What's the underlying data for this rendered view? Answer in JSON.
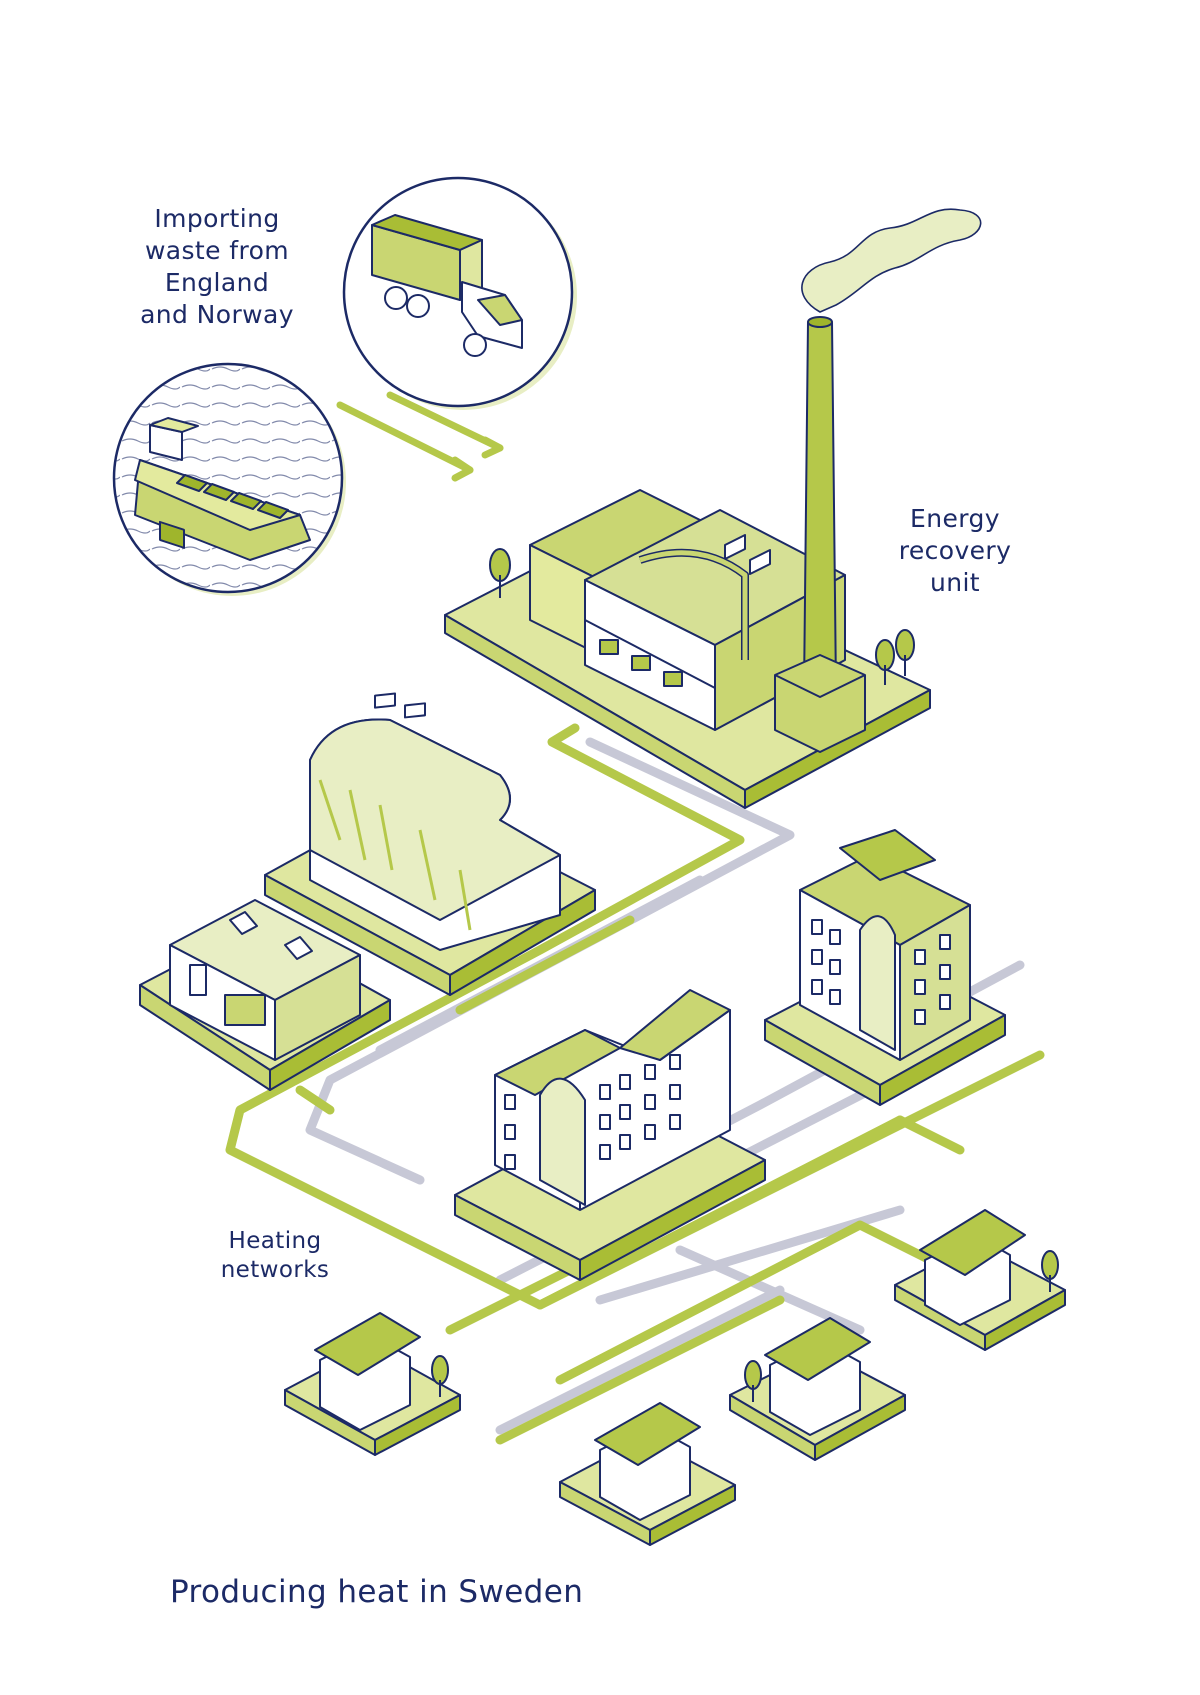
{
  "title": "Producing heat in Sweden",
  "labels": {
    "import": [
      "Importing",
      "waste from",
      "England",
      "and Norway"
    ],
    "energy": [
      "Energy",
      "recovery",
      "unit"
    ],
    "heating": [
      "Heating",
      "networks"
    ]
  },
  "colors": {
    "ink": "#1c2a66",
    "green_fill": "#d6e095",
    "green_dark": "#b3c53a",
    "pipe_green": "#b5c84a",
    "pipe_grey": "#c7c8d6"
  }
}
